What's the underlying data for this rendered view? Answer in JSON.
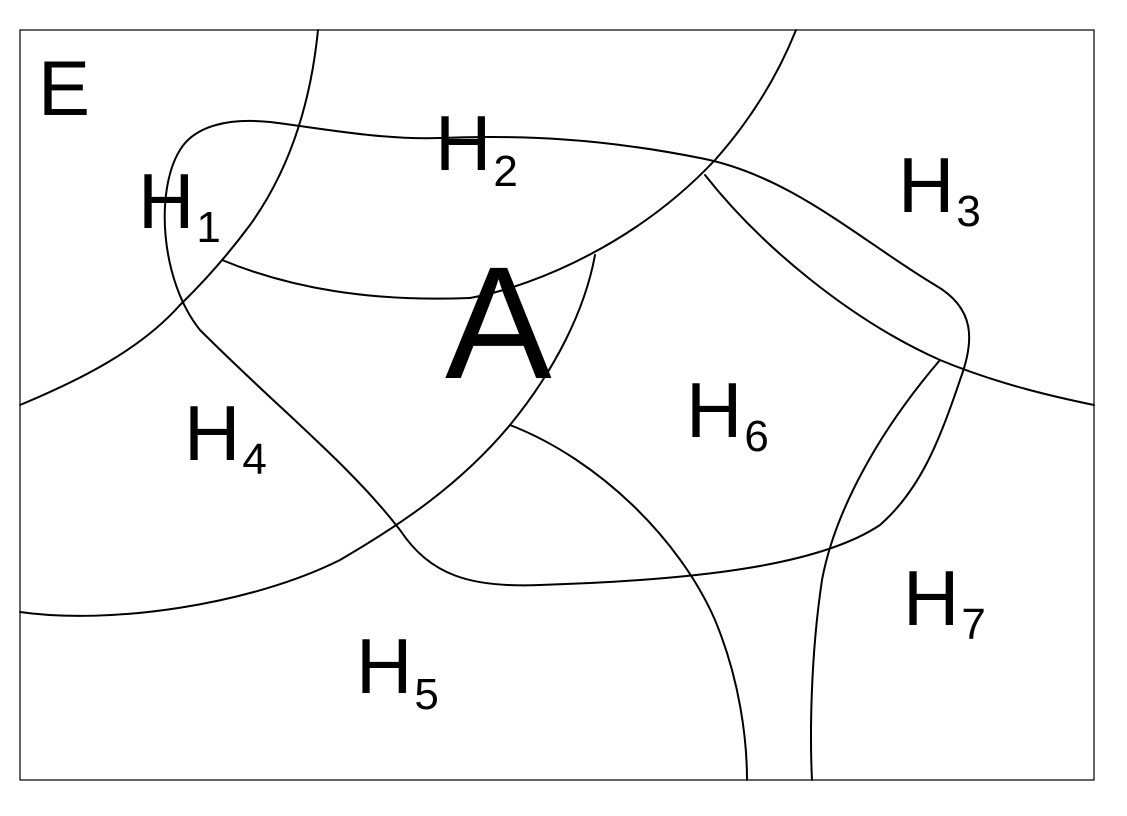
{
  "universe_label": "E",
  "event_label": "A",
  "partition_labels": [
    {
      "letter": "H",
      "index": "1"
    },
    {
      "letter": "H",
      "index": "2"
    },
    {
      "letter": "H",
      "index": "3"
    },
    {
      "letter": "H",
      "index": "4"
    },
    {
      "letter": "H",
      "index": "5"
    },
    {
      "letter": "H",
      "index": "6"
    },
    {
      "letter": "H",
      "index": "7"
    }
  ],
  "colors": {
    "background": "#ffffff",
    "stroke": "#000000"
  }
}
